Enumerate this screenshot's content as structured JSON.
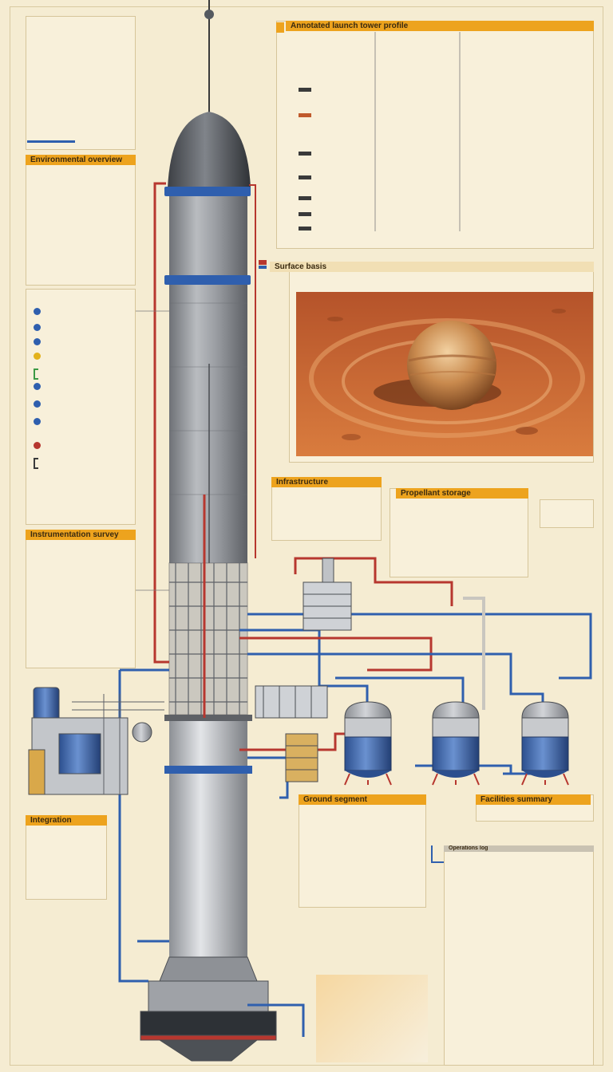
{
  "headers": {
    "top": "Annotated launch tower profile",
    "photo": "Surface basis",
    "left_1": "Environmental overview",
    "left_2": "Instrumentation survey",
    "left_3": "Integration",
    "mid_1": "Infrastructure",
    "mid_2": "Propellant storage",
    "mid_3": "Ground segment",
    "right_3": "Facilities summary",
    "right_4": "Operations log"
  },
  "colors": {
    "accent": "#eda31e",
    "pipe_blue": "#2f5fae",
    "pipe_red": "#b7372f",
    "tower_gray": "#8e9196",
    "mars": "#c8642c"
  },
  "left_markers": [
    {
      "color": "#2f5fae",
      "icon": "circle-icon"
    },
    {
      "color": "#2f5fae",
      "icon": "circle-icon"
    },
    {
      "color": "#2f5fae",
      "icon": "circle-icon"
    },
    {
      "color": "#e3b21c",
      "icon": "circle-icon"
    },
    {
      "color": "#3c9a44",
      "icon": "bracket-icon"
    },
    {
      "color": "#2f5fae",
      "icon": "circle-icon"
    },
    {
      "color": "#2f5fae",
      "icon": "circle-icon"
    },
    {
      "color": "#2f5fae",
      "icon": "circle-icon"
    },
    {
      "color": "#b7372f",
      "icon": "circle-icon"
    },
    {
      "color": "#3a3a3a",
      "icon": "bracket-icon"
    }
  ],
  "legend_swatches": [
    {
      "color": "#3a3a3a"
    },
    {
      "color": "#c05a2c"
    },
    {
      "color": "#3a3a3a"
    },
    {
      "color": "#3a3a3a"
    },
    {
      "color": "#3a3a3a"
    },
    {
      "color": "#3a3a3a"
    },
    {
      "color": "#3a3a3a"
    }
  ]
}
